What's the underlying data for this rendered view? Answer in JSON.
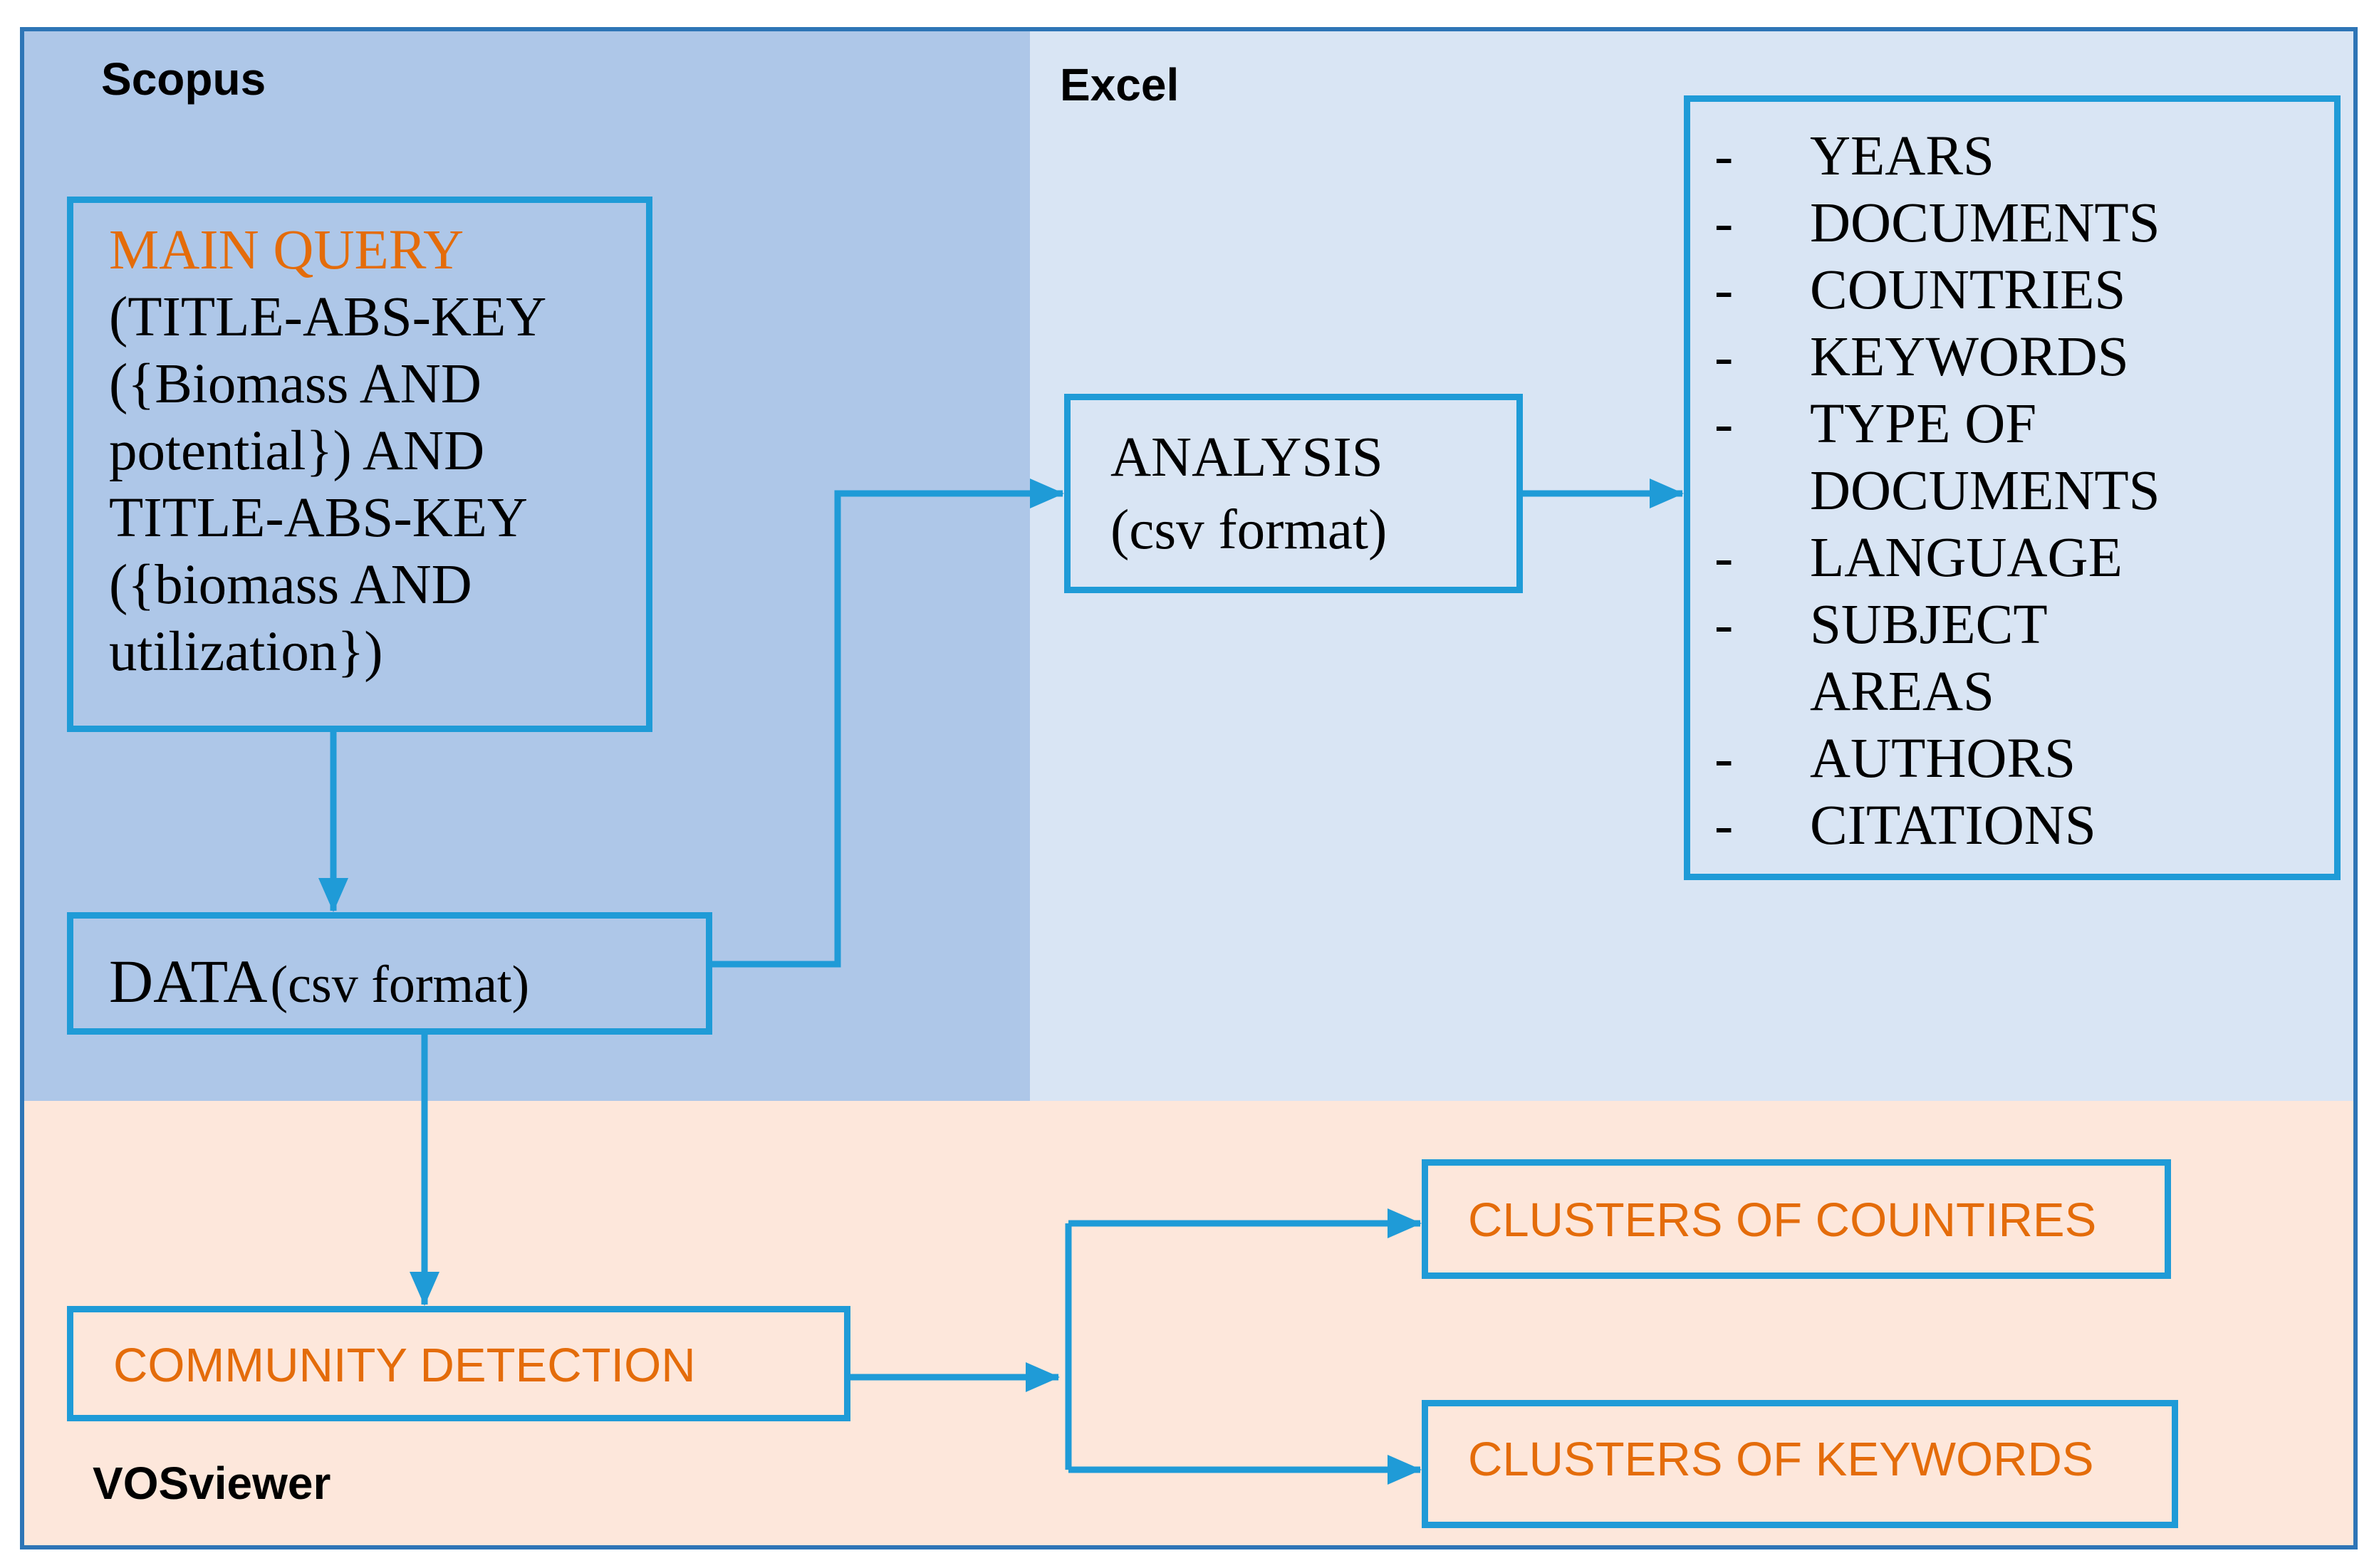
{
  "regions": {
    "scopus": "Scopus",
    "excel": "Excel",
    "vosviewer": "VOSviewer"
  },
  "main_query": {
    "heading": "MAIN QUERY",
    "lines": [
      "(TITLE-ABS-KEY",
      "({Biomass AND",
      "potential}) AND",
      "TITLE-ABS-KEY",
      "({biomass AND",
      "utilization})"
    ]
  },
  "data_box": {
    "label": "DATA",
    "format": "(csv format)"
  },
  "analysis_box": {
    "label": "ANALYSIS",
    "format": "(csv format)"
  },
  "analysis_items": [
    [
      "YEARS"
    ],
    [
      "DOCUMENTS"
    ],
    [
      "COUNTRIES"
    ],
    [
      "KEYWORDS"
    ],
    [
      "TYPE OF",
      "DOCUMENTS"
    ],
    [
      "LANGUAGE"
    ],
    [
      "SUBJECT",
      "AREAS"
    ],
    [
      "AUTHORS"
    ],
    [
      "CITATIONS"
    ]
  ],
  "bullet": "-",
  "community_detection": "COMMUNITY DETECTION",
  "clusters_countries": "CLUSTERS OF COUNTIRES",
  "clusters_keywords": "CLUSTERS OF KEYWORDS",
  "colors": {
    "scopus_bg": "#aec7e8",
    "excel_bg": "#d9e5f4",
    "vosviewer_bg": "#fde7db",
    "box_border": "#1f9bd7",
    "frame_border": "#2e75b6",
    "highlight_text": "#e46c0a"
  }
}
